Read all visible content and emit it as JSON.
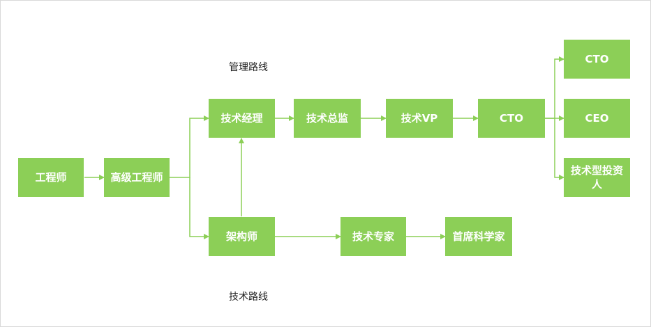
{
  "colors": {
    "node_fill": "#8ccf57",
    "edge": "#8ccf57",
    "text": "#ffffff",
    "label": "#222222"
  },
  "lanes": {
    "management": "管理路线",
    "technical": "技术路线"
  },
  "nodes": {
    "engineer": "工程师",
    "senior_engineer": "高级工程师",
    "tech_manager": "技术经理",
    "tech_director": "技术总监",
    "tech_vp": "技术VP",
    "cto_mid": "CTO",
    "cto_top": "CTO",
    "ceo": "CEO",
    "tech_investor": "技术型投资人",
    "architect": "架构师",
    "tech_expert": "技术专家",
    "chief_scientist": "首席科学家"
  }
}
